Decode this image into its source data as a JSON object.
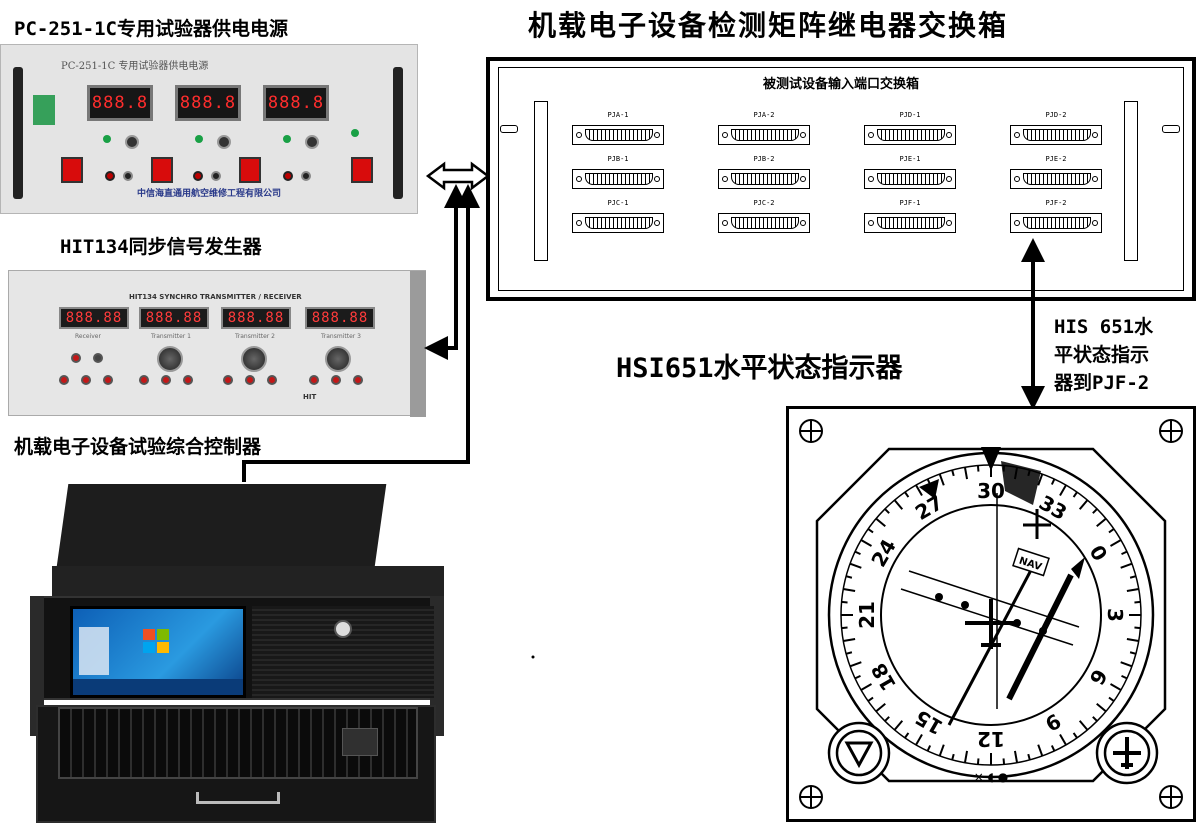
{
  "diagram": {
    "main_title": "机载电子设备检测矩阵继电器交换箱",
    "devices": {
      "power_supply": {
        "caption": "PC-251-1C专用试验器供电电源",
        "panel_title": "PC-251-1C 专用试验器供电电源",
        "displays": [
          "888.8",
          "888.8",
          "888.8"
        ],
        "maker": "中信海直通用航空维修工程有限公司"
      },
      "synchro": {
        "caption": "HIT134同步信号发生器",
        "panel_title": "HIT134    SYNCHRO    TRANSMITTER / RECEIVER",
        "displays": [
          "888.88",
          "888.88",
          "888.88",
          "888.88"
        ],
        "knob_labels": [
          "Receiver",
          "Transmitter 1",
          "Transmitter 2",
          "Transmitter 3"
        ],
        "brand": "HIT"
      },
      "controller": {
        "caption": "机载电子设备试验综合控制器"
      },
      "exchange_box": {
        "panel_title": "被测试设备输入端口交换箱",
        "connectors": [
          "PJA-1",
          "PJA-2",
          "PJD-1",
          "PJD-2",
          "PJB-1",
          "PJB-2",
          "PJE-1",
          "PJE-2",
          "PJC-1",
          "PJC-2",
          "PJF-1",
          "PJF-2"
        ]
      },
      "hsi": {
        "caption": "HSI651水平状态指示器",
        "link_label": [
          "HIS 651水",
          "平状态指示",
          "器到PJF-2"
        ],
        "compass_labels": [
          "30",
          "33",
          "0",
          "3",
          "6",
          "9",
          "12",
          "15",
          "18",
          "21",
          "24",
          "27"
        ],
        "nav_flag": "NAV"
      }
    }
  }
}
